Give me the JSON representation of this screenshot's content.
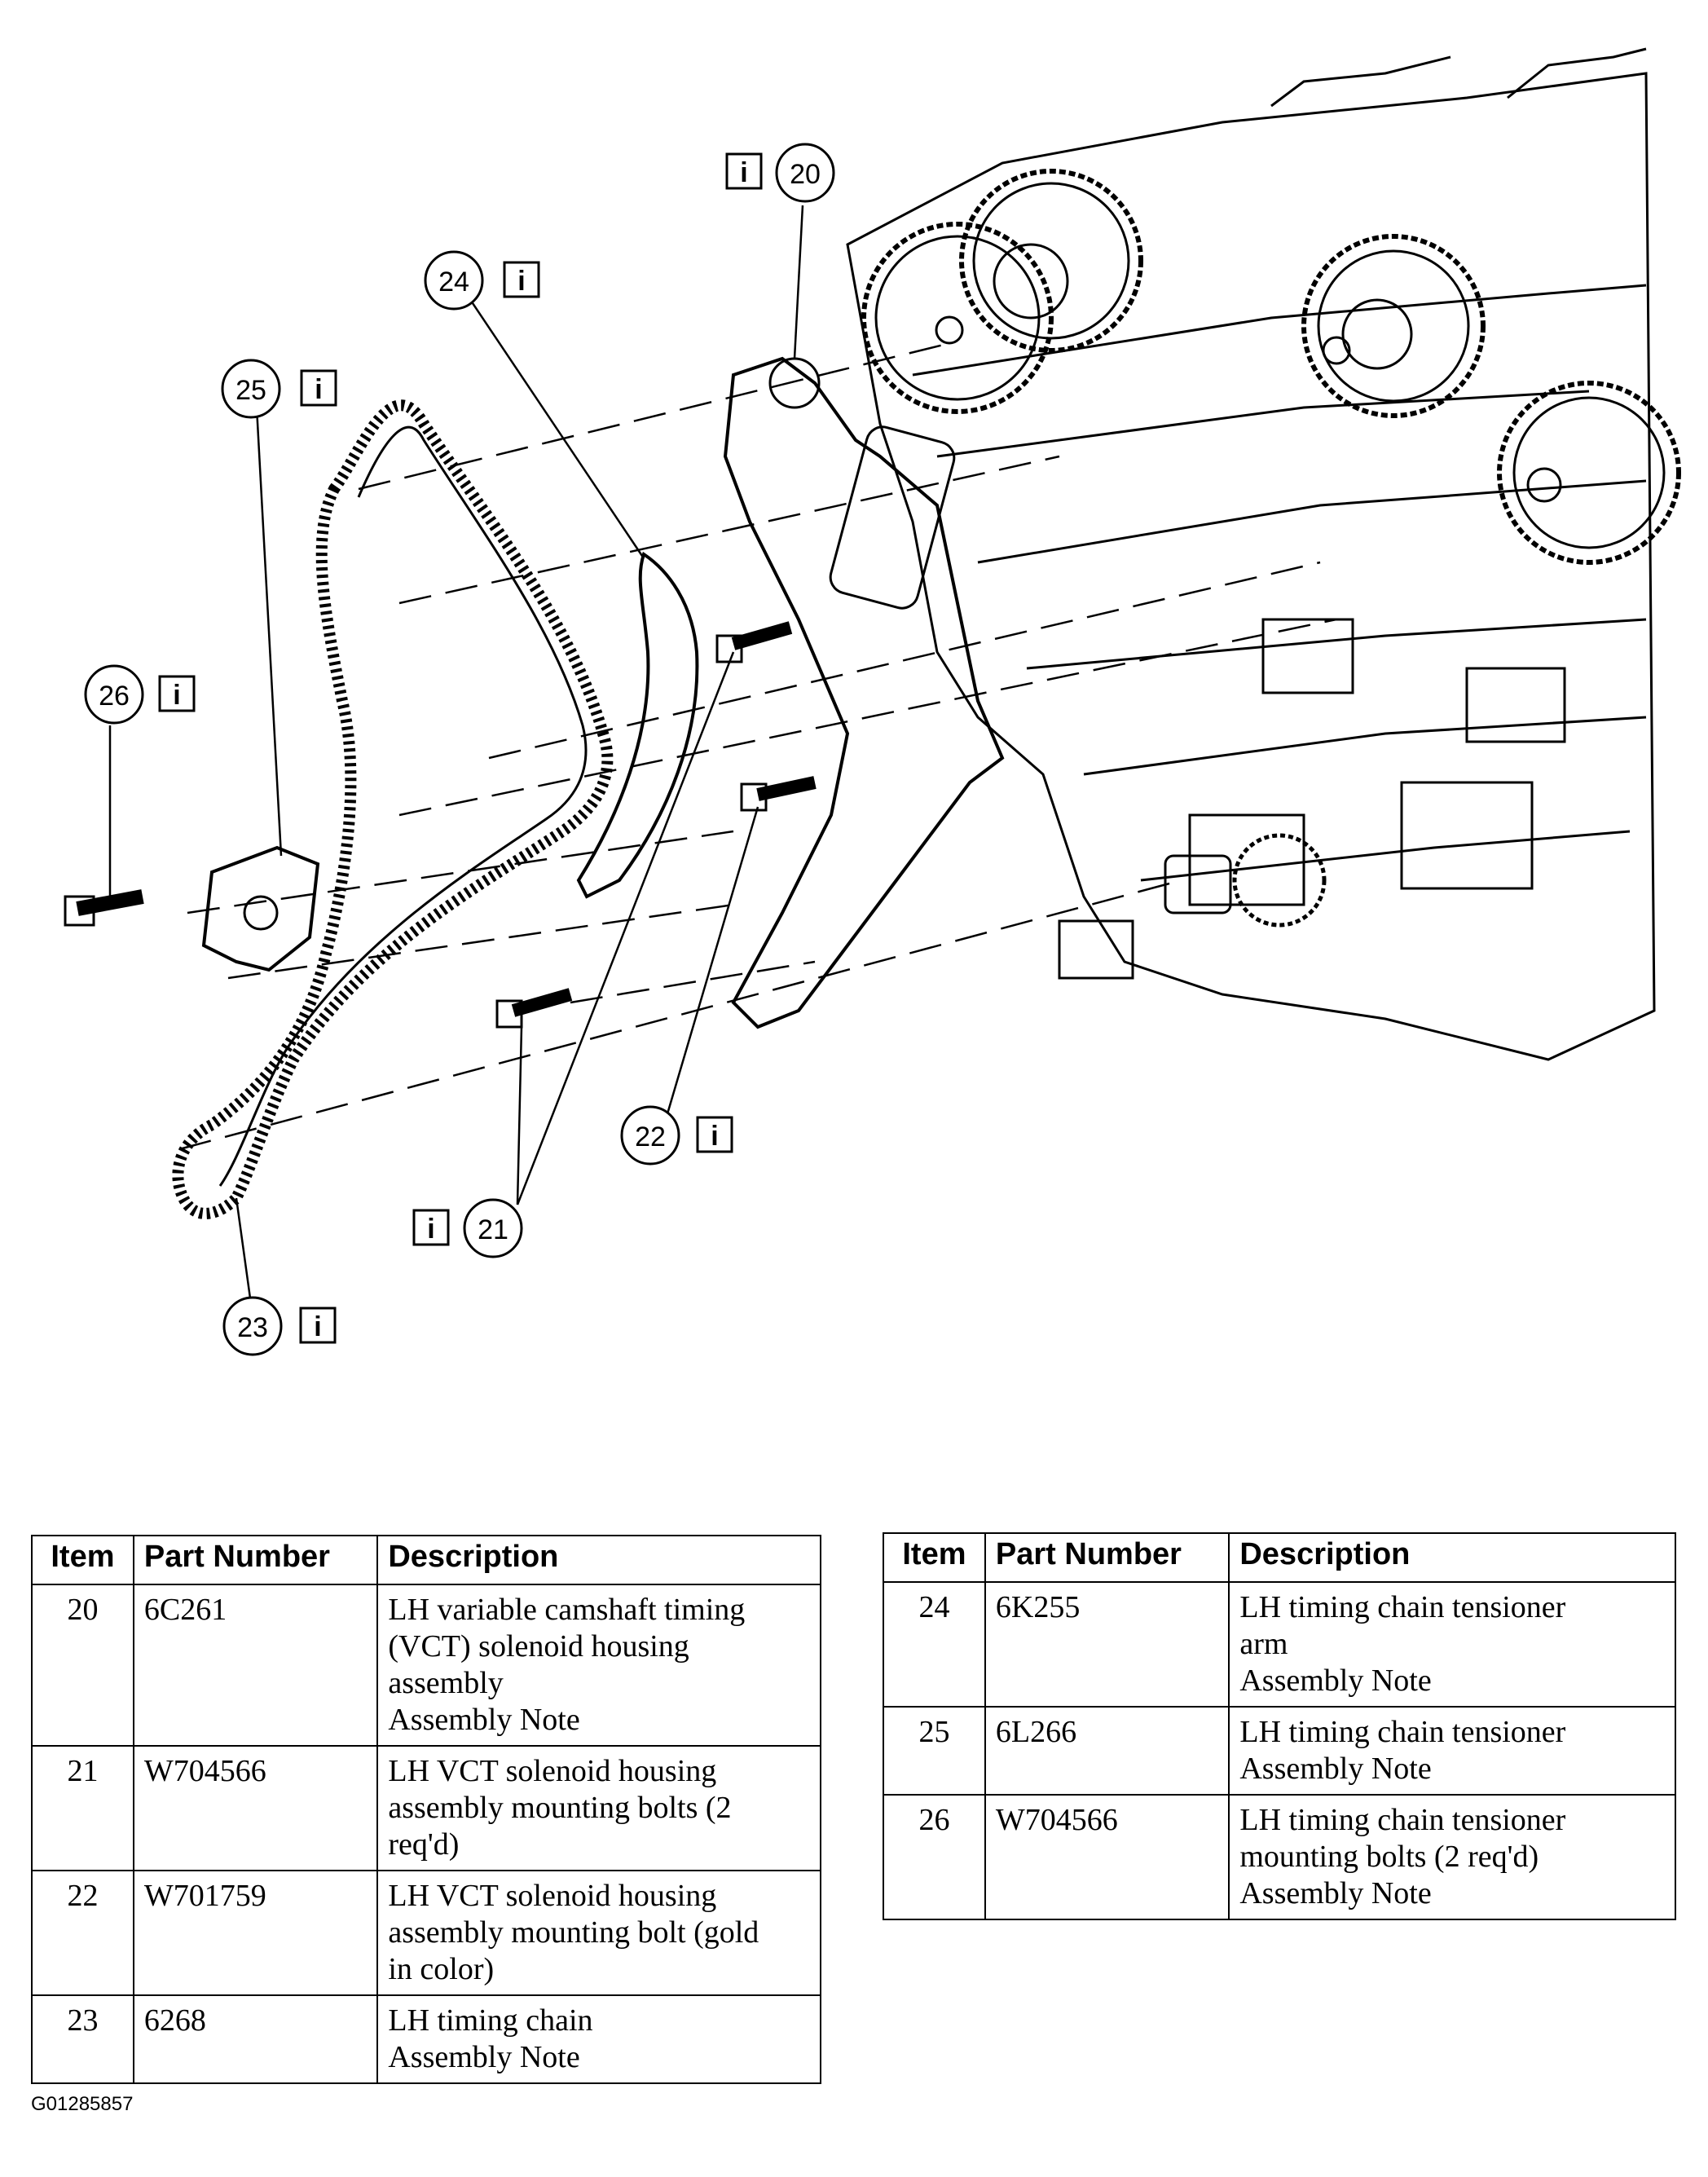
{
  "callouts": [
    {
      "id": "20",
      "label": "20",
      "info": "i"
    },
    {
      "id": "21",
      "label": "21",
      "info": "i"
    },
    {
      "id": "22",
      "label": "22",
      "info": "i"
    },
    {
      "id": "23",
      "label": "23",
      "info": "i"
    },
    {
      "id": "24",
      "label": "24",
      "info": "i"
    },
    {
      "id": "25",
      "label": "25",
      "info": "i"
    },
    {
      "id": "26",
      "label": "26",
      "info": "i"
    }
  ],
  "table_left": {
    "headers": {
      "item": "Item",
      "part_number": "Part Number",
      "description": "Description"
    },
    "rows": [
      {
        "item": "20",
        "part_number": "6C261",
        "description": [
          "LH variable camshaft timing",
          "(VCT) solenoid housing",
          "assembly",
          "Assembly Note"
        ]
      },
      {
        "item": "21",
        "part_number": "W704566",
        "description": [
          "LH VCT solenoid housing",
          "assembly mounting bolts (2",
          "req'd)"
        ]
      },
      {
        "item": "22",
        "part_number": "W701759",
        "description": [
          "LH VCT solenoid housing",
          "assembly mounting bolt (gold",
          "in color)"
        ]
      },
      {
        "item": "23",
        "part_number": "6268",
        "description": [
          "LH timing chain",
          "Assembly Note"
        ]
      }
    ]
  },
  "table_right": {
    "headers": {
      "item": "Item",
      "part_number": "Part Number",
      "description": "Description"
    },
    "rows": [
      {
        "item": "24",
        "part_number": "6K255",
        "description": [
          "LH timing chain tensioner",
          "arm",
          "Assembly Note"
        ]
      },
      {
        "item": "25",
        "part_number": "6L266",
        "description": [
          "LH timing chain tensioner",
          "Assembly Note"
        ]
      },
      {
        "item": "26",
        "part_number": "W704566",
        "description": [
          "LH timing chain tensioner",
          "mounting bolts (2 req'd)",
          "Assembly Note"
        ]
      }
    ]
  },
  "figure_code": "G01285857"
}
